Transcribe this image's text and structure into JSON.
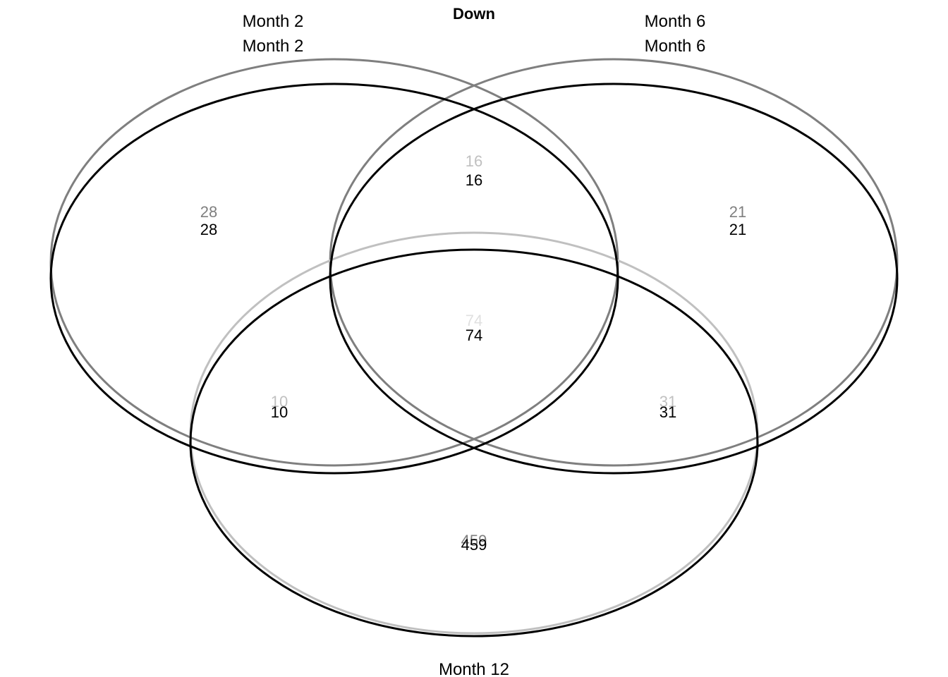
{
  "title": "Down",
  "colors": {
    "background": "#ffffff",
    "primary_stroke": "#000000",
    "shadow_stroke_dark": "#7f7f7f",
    "shadow_stroke_light": "#c0c0c0"
  },
  "sets": {
    "month2": {
      "label_top": "Month 2",
      "label_bottom": "Month 2"
    },
    "month6": {
      "label_top": "Month 6",
      "label_bottom": "Month 6"
    },
    "month12": {
      "label": "Month 12"
    }
  },
  "regions": {
    "month2_only": {
      "ghost": "28",
      "count": "28"
    },
    "month6_only": {
      "ghost": "21",
      "count": "21"
    },
    "month2_month6": {
      "ghost": "16",
      "count": "16"
    },
    "all_three": {
      "ghost": "74",
      "count": "74"
    },
    "month2_month12": {
      "ghost": "10",
      "count": "10"
    },
    "month6_month12": {
      "ghost": "31",
      "count": "31"
    },
    "month12_only": {
      "ghost": "459",
      "count": "459"
    }
  }
}
